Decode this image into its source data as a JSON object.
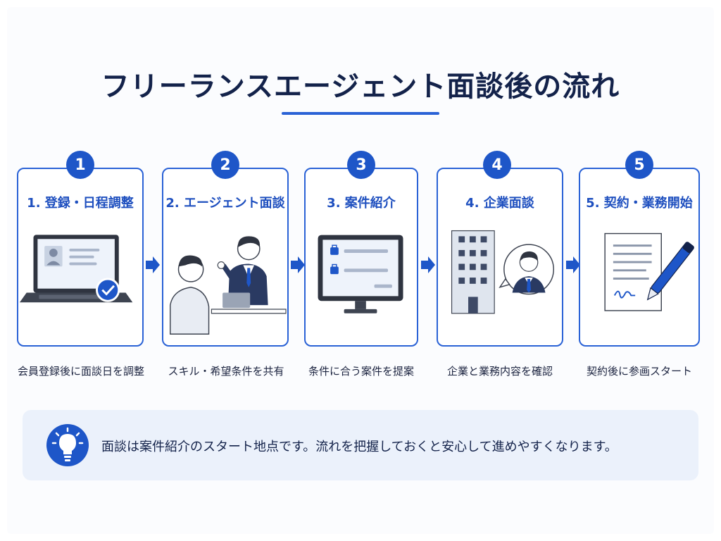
{
  "title": "フリーランスエージェント面談後の流れ",
  "steps": [
    {
      "number": "1",
      "label": "1. 登録・日程調整",
      "description": "会員登録後に面談日を調整"
    },
    {
      "number": "2",
      "label": "2. エージェント面談",
      "description": "スキル・希望条件を共有"
    },
    {
      "number": "3",
      "label": "3. 案件紹介",
      "description": "条件に合う案件を提案"
    },
    {
      "number": "4",
      "label": "4. 企業面談",
      "description": "企業と業務内容を確認"
    },
    {
      "number": "5",
      "label": "5. 契約・業務開始",
      "description": "契約後に参画スタート"
    }
  ],
  "note": {
    "icon": "lightbulb-icon",
    "text": "面談は案件紹介のスタート地点です。流れを把握しておくと安心して進めやすくなります。"
  },
  "colors": {
    "accent": "#2a62d6",
    "badge": "#1e56c8",
    "title": "#13224a",
    "note_background": "#ebf1fb"
  }
}
